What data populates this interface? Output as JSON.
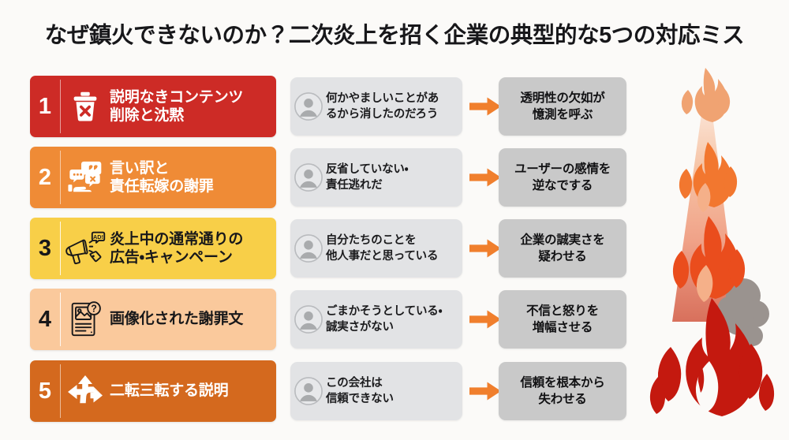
{
  "title": "なぜ鎮火できないのか？二次炎上を招く企業の典型的な5つの対応ミス",
  "colors": {
    "background": "#fbfaf8",
    "row1": "#cd2b26",
    "row2": "#ef8b36",
    "row3": "#f8cf48",
    "row4": "#fac99c",
    "row5": "#d4691e",
    "voice_box": "#e2e3e5",
    "result_box": "#c9c9c9",
    "arrow": "#f07f2d",
    "flame_base": "#c4190f",
    "flame_mid": "#ef5220",
    "flame_top": "#f0a372",
    "flame_column": "#f0a882",
    "smoke": "#9a938f"
  },
  "rows": [
    {
      "number": "1",
      "icon": "trash-delete-icon",
      "label": "説明なきコンテンツ\n削除と沈黙",
      "voice_icon": "user-avatar-icon",
      "voice": "何かやましいことがあ\nるから消したのだろう",
      "arrow_icon": "arrow-right-icon",
      "result": "透明性の欠如が\n憶測を呼ぶ"
    },
    {
      "number": "2",
      "icon": "speech-bubbles-hand-icon",
      "label": "言い訳と\n責任転嫁の謝罪",
      "voice_icon": "user-avatar-icon",
      "voice": "反省していない・\n責任逃れだ",
      "arrow_icon": "arrow-right-icon",
      "result": "ユーザーの感情を\n逆なでする"
    },
    {
      "number": "3",
      "icon": "megaphone-ad-icon",
      "label": "炎上中の通常通りの\n広告・キャンペーン",
      "voice_icon": "user-avatar-icon",
      "voice": "自分たちのことを\n他人事だと思っている",
      "arrow_icon": "arrow-right-icon",
      "result": "企業の誠実さを\n疑わせる"
    },
    {
      "number": "4",
      "icon": "image-document-question-icon",
      "label": "画像化された謝罪文",
      "voice_icon": "user-avatar-icon",
      "voice": "ごまかそうとしている・\n誠実さがない",
      "arrow_icon": "arrow-right-icon",
      "result": "不信と怒りを\n増幅させる"
    },
    {
      "number": "5",
      "icon": "three-way-arrows-icon",
      "label": "二転三転する説明",
      "voice_icon": "user-avatar-icon",
      "voice": "この会社は\n信頼できない",
      "arrow_icon": "arrow-right-icon",
      "result": "信頼を根本から\n失わせる"
    }
  ],
  "illustration": {
    "name": "burning-flame-illustration",
    "smoke": "smoke-puff"
  }
}
